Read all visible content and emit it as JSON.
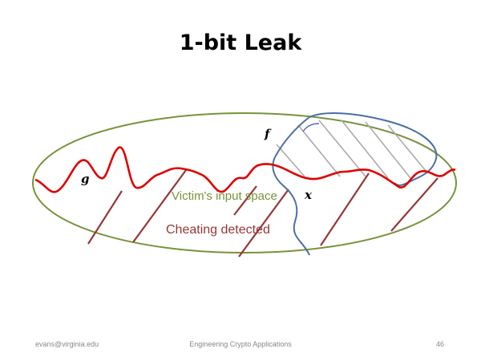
{
  "slide": {
    "title": "1-bit Leak",
    "colors": {
      "ellipse": "#77933c",
      "red_curve": "#e00000",
      "blue_curve": "#4a6fa5",
      "dark_red": "#953735",
      "hatch": "#aaaaaa"
    }
  },
  "diagram": {
    "label_f": "f",
    "label_g": "g",
    "label_x": "x",
    "victim_label": "Victim's input space",
    "cheating_label": "Cheating detected"
  },
  "footer": {
    "email": "evans@virginia.edu",
    "course": "Engineering Crypto Applications",
    "page": "46"
  }
}
